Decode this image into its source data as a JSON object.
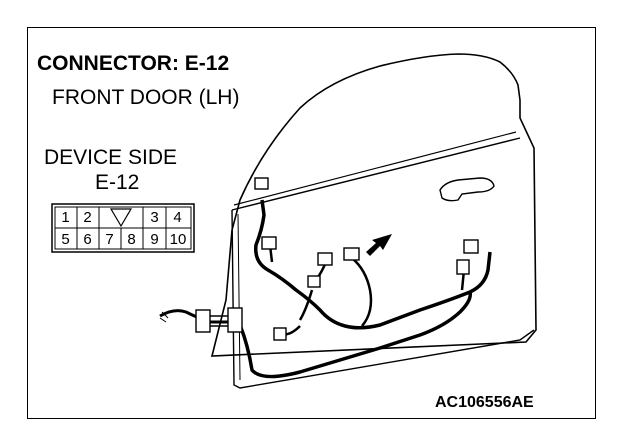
{
  "diagram": {
    "title": "CONNECTOR: E-12",
    "subtitle": "FRONT DOOR (LH)",
    "device_side_label": "DEVICE SIDE",
    "device_code": "E-12",
    "connector_pins": {
      "top_row": [
        "1",
        "2",
        "",
        "3",
        "4"
      ],
      "bottom_row": [
        "5",
        "6",
        "7",
        "8",
        "9",
        "10"
      ],
      "key_icon": "triangle-key-icon"
    },
    "figure_code": "AC106556AE"
  }
}
